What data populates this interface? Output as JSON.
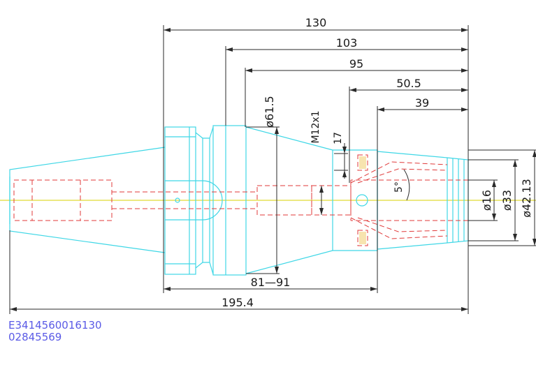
{
  "colors": {
    "outline": "#3fd7e6",
    "hidden": "#e03a3a",
    "centerline": "#d8d000",
    "dimension": "#2a2a2a",
    "code_text": "#5a5ae6"
  },
  "dimensions": {
    "d130": "130",
    "d103": "103",
    "d95": "95",
    "d50_5": "50.5",
    "d39": "39",
    "d61_5": "ø61.5",
    "m12x1": "M12x1",
    "d17": "17",
    "d5deg": "5°",
    "d16": "ø16",
    "d33": "ø33",
    "d42_13": "ø42.13",
    "d81_91": "81—91",
    "d195_4": "195.4"
  },
  "codes": {
    "line1": "E3414560016130",
    "line2": "02845569"
  }
}
